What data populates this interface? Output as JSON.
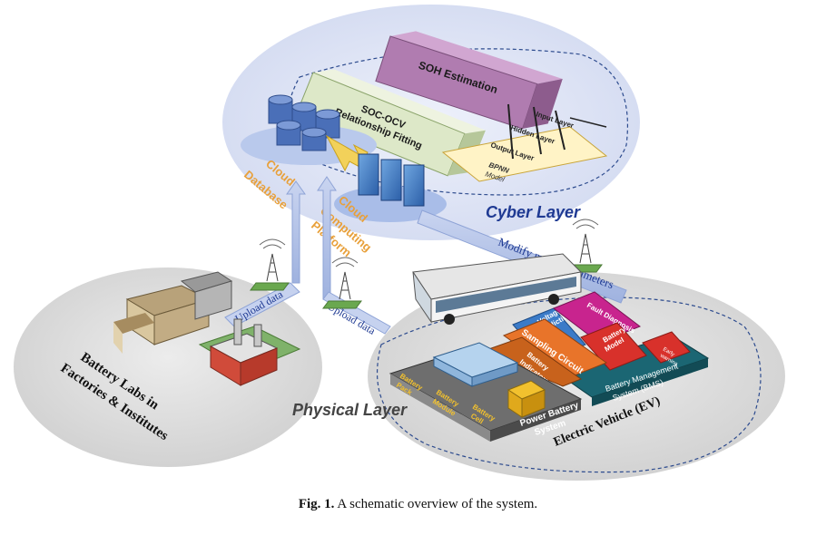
{
  "diagram": {
    "layers": {
      "cyber": "Cyber Layer",
      "physical": "Physical Layer"
    },
    "cyber_blocks": {
      "soh": "SOH Estimation",
      "soc_ocv_line1": "SOC-OCV",
      "soc_ocv_line2": "Relationship Fitting",
      "bpnn_line1": "BPNN",
      "bpnn_line2": "Model",
      "input_layer": "Input Layer",
      "hidden_layer": "Hidden Layer",
      "output_layer": "Output Layer"
    },
    "cloud": {
      "database_line1": "Cloud",
      "database_line2": "Database",
      "computing_line1": "Cloud",
      "computing_line2": "Computing",
      "computing_line3": "Platform"
    },
    "arrows": {
      "upload_left": "Upload data",
      "upload_right": "Upload data",
      "modify": "Modify model parameters"
    },
    "labs": {
      "line1": "Battery Labs in",
      "line2": "Factories & Institutes"
    },
    "bms": {
      "voltage_line1": "Voltage",
      "voltage_line2": "Prediction",
      "fault": "Fault Diagnosis",
      "battery_line1": "Battery",
      "battery_line2": "Model",
      "early_line1": "Early",
      "early_line2": "warning",
      "sampling": "Sampling Circuit",
      "bms_line1": "Battery Management",
      "bms_line2": "System (BMS)",
      "indicators_line1": "Battery",
      "indicators_line2": "Indicators"
    },
    "pack": {
      "pack_line1": "Battery",
      "pack_line2": "Pack",
      "module_line1": "Battery",
      "module_line2": "Module",
      "cell_line1": "Battery",
      "cell_line2": "Cell",
      "system_line1": "Power Battery",
      "system_line2": "System"
    },
    "ev": "Electric Vehicle (EV)"
  },
  "caption": {
    "label": "Fig. 1.",
    "text": "A schematic overview of the system."
  },
  "colors": {
    "cyber_bg": "#dde3f5",
    "physical_bg": "#dcdcdc",
    "labs_bg": "#dedede",
    "soh": "#b07cb0",
    "soc_ocv": "#dde8c8",
    "bpnn": "#fff3c6",
    "cloud_label": "#e8a03a",
    "layer_label": "#1f3a93",
    "voltage": "#3b7bc8",
    "fault": "#c8248e",
    "battery_model": "#d8312b",
    "sampling": "#e8742a",
    "bms_base": "#1b6673",
    "pack_base": "#6e6e6e",
    "indicators": "#c8621c"
  }
}
